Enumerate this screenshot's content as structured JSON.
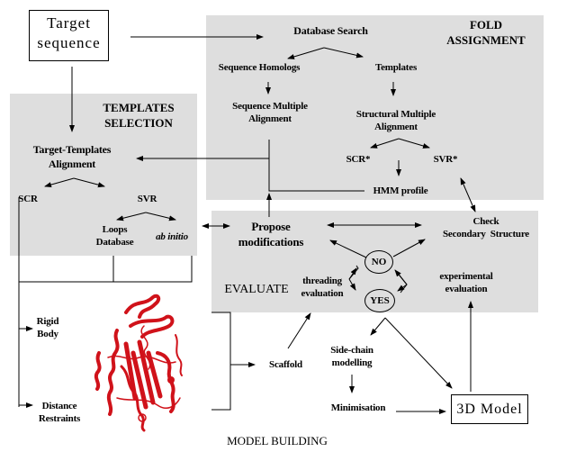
{
  "sections": {
    "fold_assignment": [
      "FOLD",
      "ASSIGNMENT"
    ],
    "templates_selection": [
      "TEMPLATES",
      "SELECTION"
    ],
    "evaluate": "EVALUATE",
    "model_building": "MODEL BUILDING"
  },
  "nodes": {
    "target_sequence": [
      "Target",
      "sequence"
    ],
    "database_search": "Database Search",
    "sequence_homologs": "Sequence Homologs",
    "templates": "Templates",
    "sequence_multiple_alignment": [
      "Sequence Multiple",
      "Alignment"
    ],
    "structural_multiple_alignment": [
      "Structural Multiple",
      "Alignment"
    ],
    "scr_star": "SCR*",
    "svr_star": "SVR*",
    "hmm_profile": "HMM profile",
    "target_templates_alignment": [
      "Target-Templates",
      "Alignment"
    ],
    "scr": "SCR",
    "svr": "SVR",
    "loops_database": [
      "Loops",
      "Database"
    ],
    "ab_initio": "ab initio",
    "propose_modifications": [
      "Propose",
      "modifications"
    ],
    "check_secondary_structure": [
      "Check",
      "Secondary  Structure"
    ],
    "no": "NO",
    "yes": "YES",
    "threading_evaluation": [
      "threading",
      "evaluation"
    ],
    "experimental_evaluation": [
      "experimental",
      "evaluation"
    ],
    "rigid_body": [
      "Rigid",
      "Body"
    ],
    "distance_restraints": [
      "Distance",
      "Restraints"
    ],
    "scaffold": "Scaffold",
    "side_chain_modelling": [
      "Side-chain",
      "modelling"
    ],
    "minimisation": "Minimisation",
    "model_3d": "3D Model"
  },
  "colors": {
    "panel": "#dedede",
    "protein": "#d0121a",
    "line": "#000000"
  },
  "image": {
    "protein_structure": "red ribbon protein structure"
  }
}
